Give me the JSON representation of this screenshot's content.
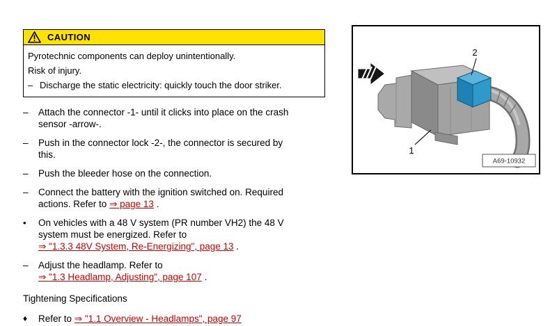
{
  "caution": {
    "title": "CAUTION",
    "line1": "Pyrotechnic components can deploy unintentionally.",
    "line2": "Risk of injury.",
    "line3_bullet": "–",
    "line3": "Discharge the static electricity: quickly touch the door striker."
  },
  "items": {
    "i1": {
      "bullet": "–",
      "l1": "Attach the connector -1- until it clicks into place on the crash",
      "l2": "sensor -arrow-."
    },
    "i2": {
      "bullet": "–",
      "l1": "Push in the connector lock -2-, the connector is secured by",
      "l2": "this."
    },
    "i3": {
      "bullet": "–",
      "l1": "Push the bleeder hose on the connection."
    },
    "i4": {
      "bullet": "–",
      "l1": "Connect the battery with the ignition switched on. Required",
      "l2": "actions. Refer to ",
      "link": "⇒ page 13",
      "suffix": " ."
    },
    "i5": {
      "bullet": "•",
      "l1": "On vehicles with a 48 V system (PR number VH2) the 48 V",
      "l2": "system must be energized. Refer to",
      "link": "⇒ \"1.3.3 48V System, Re-Energizing\", page 13",
      "suffix": " ."
    },
    "i6": {
      "bullet": "–",
      "l1": "Adjust the headlamp. Refer to",
      "link": "⇒ \"1.3 Headlamp, Adjusting\", page 107",
      "suffix": " ."
    },
    "heading": "Tightening Specifications",
    "i7": {
      "bullet": "♦",
      "text": "Refer to ",
      "link": "⇒ \"1.1 Overview - Headlamps\", page 97"
    }
  },
  "figure": {
    "label_1": "1",
    "label_2": "2",
    "figure_id": "A69-10932"
  },
  "colors": {
    "caution_yellow": "#ffe200",
    "link_red": "#d40000",
    "lock_blue": "#2e9ac9"
  }
}
